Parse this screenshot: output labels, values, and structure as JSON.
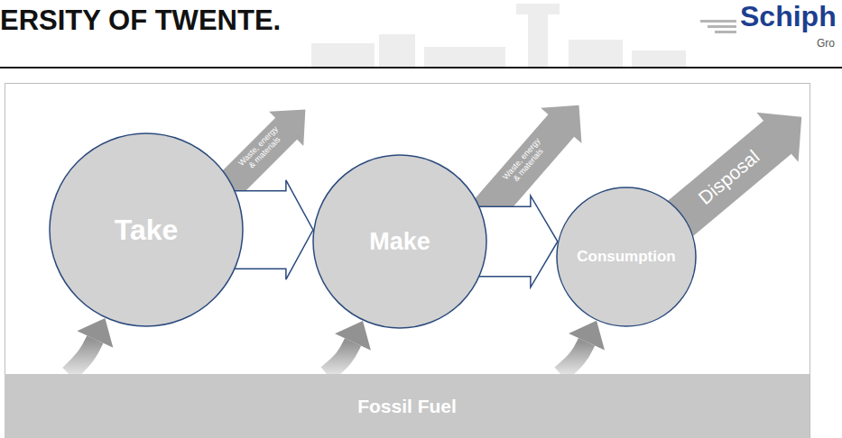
{
  "diagram": {
    "nodes": [
      {
        "text": [
          "Take"
        ]
      },
      {
        "text": [
          "Make"
        ]
      },
      {
        "text": [
          "Consumption"
        ]
      },
      {
        "text": [
          "Fossil Fuel"
        ]
      }
    ],
    "edges": [
      {
        "from": 0,
        "to": 1,
        "arrow": "to"
      },
      {
        "from": 1,
        "to": 2,
        "arrow": "to"
      },
      {
        "from": 3,
        "to": 0,
        "arrow": "to"
      },
      {
        "from": 3,
        "to": 1,
        "arrow": "to"
      },
      {
        "from": 3,
        "to": 2,
        "arrow": "to"
      }
    ],
    "labels": [
      "ERSITY OF TWENTE.",
      "Schiph",
      "Gro",
      "Waste, energy & materials",
      "Waste, energy & materials",
      "Disposal"
    ]
  }
}
